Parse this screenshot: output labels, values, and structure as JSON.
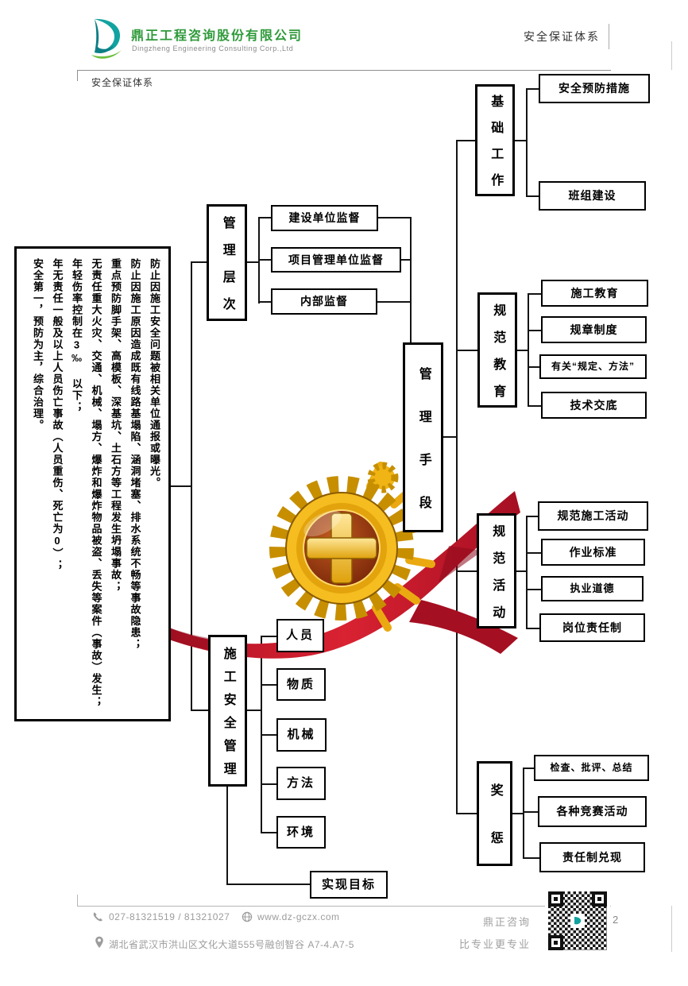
{
  "header": {
    "company_name_zh": "鼎正工程咨询股份有限公司",
    "company_name_en": "Dingzheng Engineering Consulting Corp.,Ltd",
    "doc_label": "安全保证体系"
  },
  "page": {
    "title": "安全保证体系",
    "number": "2"
  },
  "diagram": {
    "policy_lines": [
      "防止因施工安全问题被相关单位通报或曝光。",
      "防止因施工原因造成既有线路基塌陷、涵洞堵塞、排水系统不畅等事故隐患；",
      "重点预防脚手架、高模板、深基坑、土石方等工程发生坍塌事故；",
      "无责任重大火灾、交通、机械、塌方、爆炸和爆炸物品被盗、丢失等案件（事故）发生；",
      "年轻伤率控制在3‰ 以下；",
      "年无责任一般及以上人员伤亡事故（人员重伤、死亡为0）；",
      "安全第一，预防为主，综合治理。"
    ],
    "levels": {
      "label": "管理层次",
      "items": [
        "建设单位监督",
        "项目管理单位监督",
        "内部监督"
      ]
    },
    "means": {
      "label": "管理手段"
    },
    "groups": [
      {
        "label": "基础工作",
        "items": [
          "安全预防措施",
          "班组建设"
        ]
      },
      {
        "label": "规范教育",
        "items": [
          "施工教育",
          "规章制度",
          "有关“规定、方法”",
          "技术交底"
        ]
      },
      {
        "label": "规范活动",
        "items": [
          "规范施工活动",
          "作业标准",
          "执业道德",
          "岗位责任制"
        ]
      },
      {
        "label": "奖惩",
        "items": [
          "检查、批评、总结",
          "各种竞赛活动",
          "责任制兑现"
        ]
      }
    ],
    "safety": {
      "label": "施工安全管理",
      "items": [
        "人员",
        "物质",
        "机械",
        "方法",
        "环境"
      ],
      "goal": "实现目标"
    }
  },
  "footer": {
    "phone": "027-81321519 / 81321027",
    "website": "www.dz-gczx.com",
    "address": "湖北省武汉市洪山区文化大道555号融创智谷 A7-4.A7-5",
    "brand": "鼎正咨询",
    "slogan": "比专业更专业"
  },
  "icons": {
    "logo": "company-logo",
    "phone": "phone-icon",
    "website": "globe-icon",
    "address": "location-pin-icon",
    "qr": "qr-code"
  },
  "colors": {
    "brand_green": "#2f9a3a",
    "logo_teal": "#12a3a0",
    "ribbon_red": "#c4162b",
    "badge_gold": "#f5bd1f",
    "line_gray": "#9c9c9c",
    "connector_black": "#141414"
  }
}
